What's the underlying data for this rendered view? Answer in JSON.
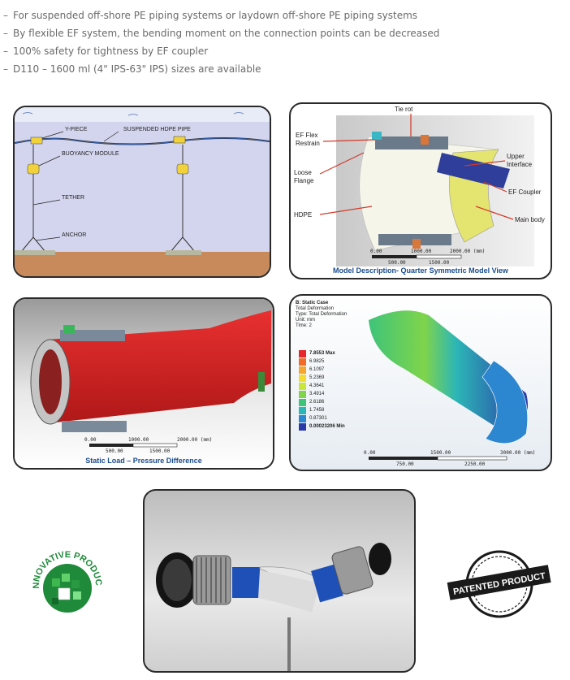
{
  "bullets": [
    "For suspended off-shore PE piping systems or laydown off-shore PE piping systems",
    "By flexible EF system, the bending moment on the connection points can be decreased",
    "100% safety for tightness by EF coupler",
    "D110 – 1600 ml (4\" IPS-63\" IPS) sizes are available"
  ],
  "bullet_marker": "–",
  "diagram_offshore": {
    "labels": [
      "Y-PIECE",
      "SUSPENDED HDPE PIPE",
      "BUOYANCY MODULE",
      "TETHER",
      "ANCHOR"
    ]
  },
  "model_description": {
    "labels": [
      "Tie rot",
      "EF Flex Restrain",
      "Loose Flange",
      "HDPE",
      "Upper Interface",
      "EF Coupler",
      "Main body"
    ],
    "scale_top": [
      "0.00",
      "1000.00",
      "2000.00 (mm)"
    ],
    "scale_bottom": [
      "500.00",
      "1500.00"
    ],
    "caption": "Model Description- Quarter Symmetric Model View"
  },
  "static_load": {
    "scale_top": [
      "0.00",
      "1000.00",
      "2000.00 (mm)"
    ],
    "scale_bottom": [
      "500.00",
      "1500.00"
    ],
    "caption": "Static Load – Pressure Difference"
  },
  "static_case": {
    "header": [
      "B: Static Case",
      "Total Deformation",
      "Type: Total Deformation",
      "Unit: mm",
      "Time: 2"
    ],
    "legend_values": [
      "7.8553 Max",
      "6.9825",
      "6.1097",
      "5.2369",
      "4.3641",
      "3.4914",
      "2.6186",
      "1.7458",
      "0.87301",
      "0.00023206 Min"
    ],
    "legend_colors": [
      "#e8242c",
      "#f06a2a",
      "#f4a630",
      "#f2dc34",
      "#c8e63a",
      "#7fd44a",
      "#3ec47a",
      "#2cb6b6",
      "#2c86d0",
      "#2a3aa8"
    ],
    "scale_top": [
      "0.00",
      "1500.00",
      "3000.00 (mm)"
    ],
    "scale_bottom": [
      "750.00",
      "2250.00"
    ]
  },
  "badges": {
    "innovative": "INNOVATIVE PRODUCT",
    "patented": "PATENTED PRODUCT"
  }
}
